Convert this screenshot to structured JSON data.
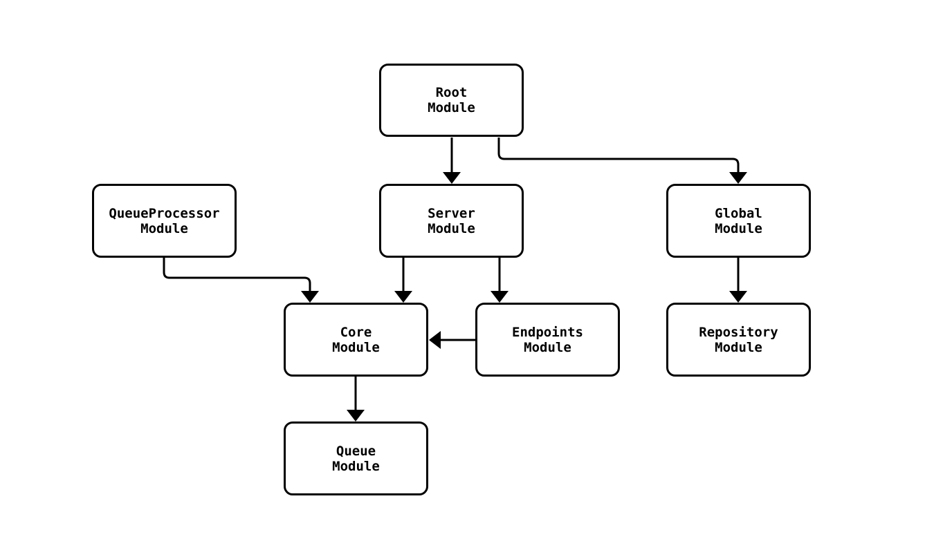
{
  "diagram": {
    "background_color": "#ffffff",
    "line_color": "#000000",
    "node_fill_color": "#ffffff",
    "nodes": {
      "root": {
        "line1": "Root",
        "line2": "Module"
      },
      "queueprocessor": {
        "line1": "QueueProcessor",
        "line2": "Module"
      },
      "server": {
        "line1": "Server",
        "line2": "Module"
      },
      "global": {
        "line1": "Global",
        "line2": "Module"
      },
      "core": {
        "line1": "Core",
        "line2": "Module"
      },
      "endpoints": {
        "line1": "Endpoints",
        "line2": "Module"
      },
      "repository": {
        "line1": "Repository",
        "line2": "Module"
      },
      "queue": {
        "line1": "Queue",
        "line2": "Module"
      }
    },
    "edges": [
      {
        "from": "Root Module",
        "to": "Server Module"
      },
      {
        "from": "Root Module",
        "to": "Global Module"
      },
      {
        "from": "QueueProcessor Module",
        "to": "Core Module"
      },
      {
        "from": "Server Module",
        "to": "Core Module"
      },
      {
        "from": "Server Module",
        "to": "Endpoints Module"
      },
      {
        "from": "Endpoints Module",
        "to": "Core Module"
      },
      {
        "from": "Global Module",
        "to": "Repository Module"
      },
      {
        "from": "Core Module",
        "to": "Queue Module"
      }
    ]
  }
}
